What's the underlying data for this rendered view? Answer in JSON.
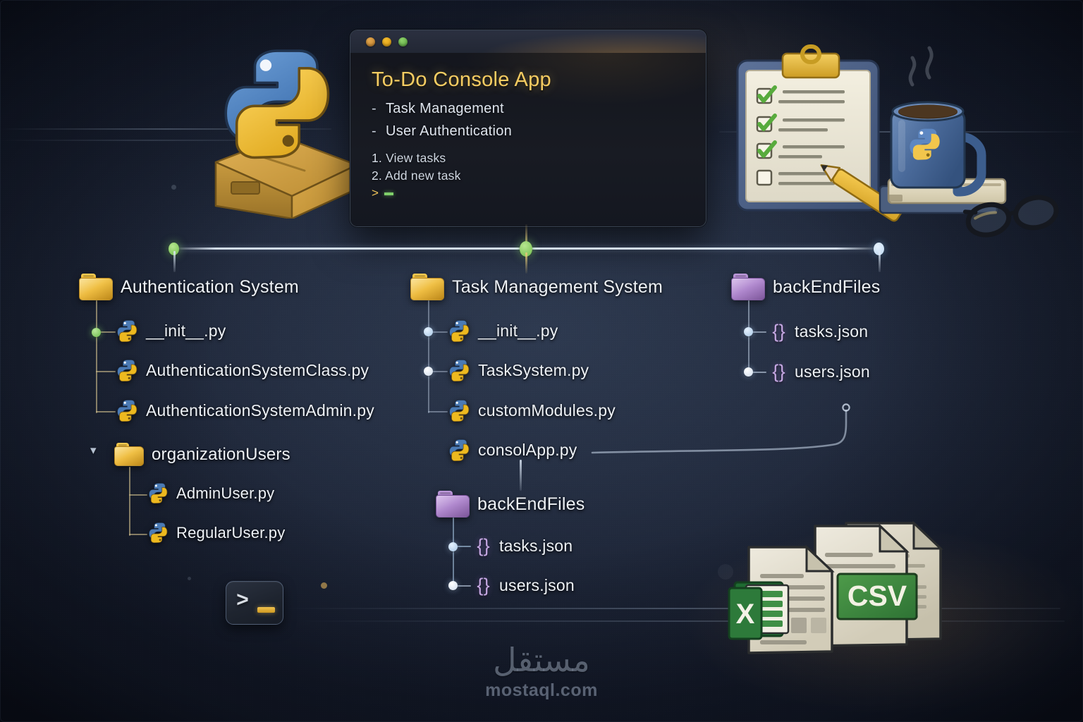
{
  "meta": {
    "bg_color": "#1d2537",
    "accent_yellow": "#f6cd62",
    "accent_green": "#7fcf6a",
    "folder_yellow": "#eeba37",
    "folder_purple": "#ab81cb",
    "json_purple": "#c5a7e2"
  },
  "console": {
    "traffic_lights": [
      "close-dot",
      "minimize-dot",
      "maximize-dot"
    ],
    "title": "To-Do Console App",
    "bullets": [
      {
        "dash": "-",
        "text": "Task Management"
      },
      {
        "dash": "-",
        "text": "User Authentication"
      }
    ],
    "menu": [
      {
        "num": "1.",
        "text": "View tasks"
      },
      {
        "num": "2.",
        "text": "Add new task"
      }
    ],
    "prompt": ">"
  },
  "rail": {
    "nodes": [
      {
        "name": "node-auth",
        "color": "green"
      },
      {
        "name": "node-task",
        "color": "green"
      },
      {
        "name": "node-backend",
        "color": "blue"
      }
    ]
  },
  "trees": {
    "auth": {
      "folder": "Authentication System",
      "files": [
        "__init__.py",
        "AuthenticationSystemClass.py",
        "AuthenticationSystemAdmin.py"
      ],
      "subfolder": {
        "name": "organizationUsers",
        "files": [
          "AdminUser.py",
          "RegularUser.py"
        ]
      }
    },
    "task": {
      "folder": "Task Management System",
      "files": [
        "__init__.py",
        "TaskSystem.py",
        "customModules.py"
      ],
      "standalone": "consolApp.py",
      "subfolder": {
        "name": "backEndFiles",
        "files": [
          "tasks.json",
          "users.json"
        ]
      }
    },
    "backend": {
      "folder": "backEndFiles",
      "files": [
        "tasks.json",
        "users.json"
      ]
    }
  },
  "illustrations": {
    "python_box": {
      "name": "python-logo-on-box"
    },
    "desk": {
      "name": "clipboard-mug-glasses",
      "checklist": [
        true,
        true,
        true,
        false
      ],
      "mug_logo": "python-logo"
    },
    "documents": {
      "name": "spreadsheet-documents",
      "csv_label": "CSV",
      "excel_label": "X"
    },
    "terminal": {
      "name": "terminal-badge",
      "prompt": ">"
    }
  },
  "watermark": {
    "arabic": "مستقل",
    "latin": "mostaql.com"
  }
}
